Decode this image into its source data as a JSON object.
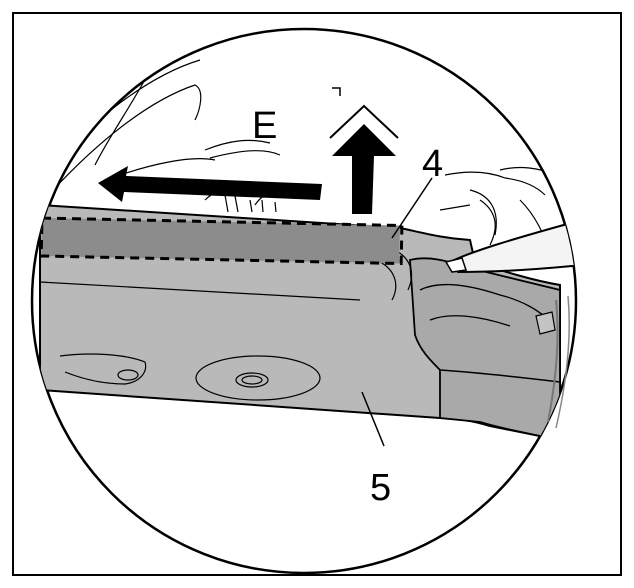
{
  "labels": {
    "direction_letter": "E",
    "part_4": "4",
    "part_5": "5"
  },
  "colors": {
    "background": "#ffffff",
    "outline": "#000000",
    "part_fill": "#b9b9b9",
    "trim_strip": "#8c8c8c",
    "tool_handle": "#f4f4f4"
  },
  "icons": {
    "slide_direction": "arrow-left-icon",
    "lift_direction": "arrow-up-icon",
    "pry_tool": "pry-tool-icon"
  }
}
